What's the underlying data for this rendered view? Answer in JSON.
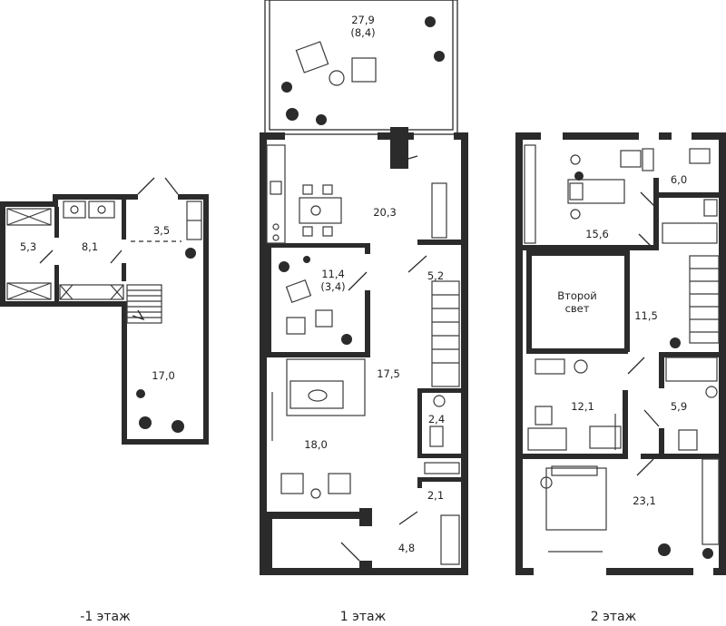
{
  "floors": [
    {
      "label": "-1 этаж",
      "rooms": [
        "5,3",
        "8,1",
        "3,5",
        "17,0"
      ]
    },
    {
      "label": "1 этаж",
      "rooms": [
        "27,9",
        "(8,4)",
        "20,3",
        "11,4",
        "(3,4)",
        "5,2",
        "17,5",
        "2,4",
        "18,0",
        "2,1",
        "4,8"
      ]
    },
    {
      "label": "2 этаж",
      "rooms": [
        "6,0",
        "15,6",
        "Второй",
        "свет",
        "11,5",
        "12,1",
        "5,9",
        "23,1"
      ]
    }
  ]
}
